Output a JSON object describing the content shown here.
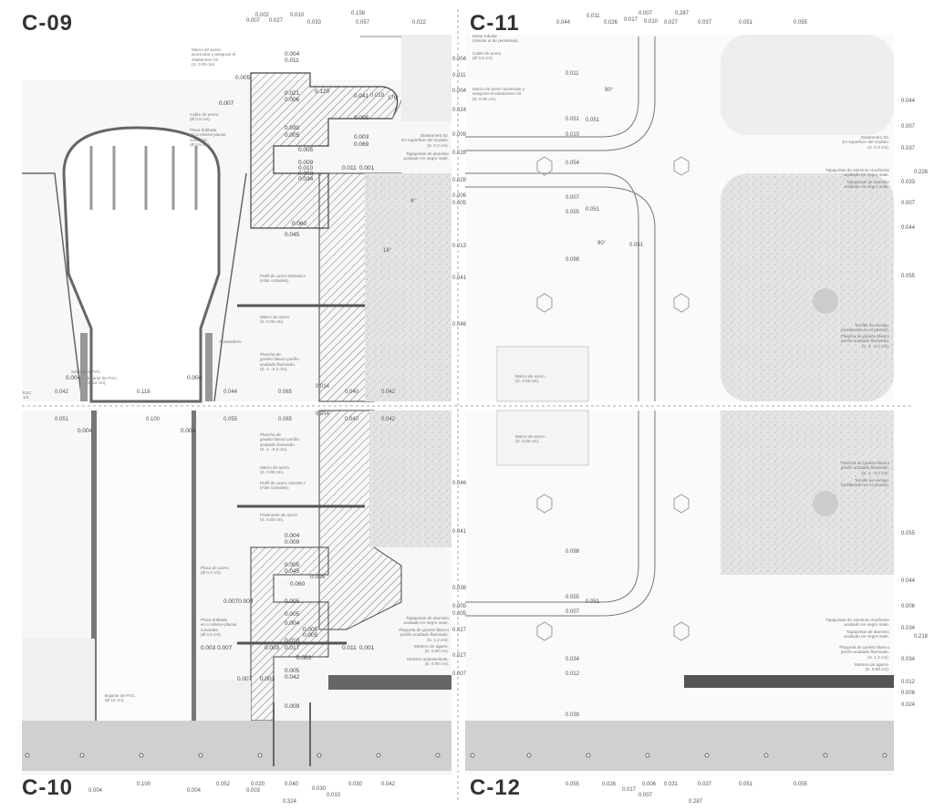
{
  "titles": {
    "c09": "C-09",
    "c10": "C-10",
    "c11": "C-11",
    "c12": "C-12"
  },
  "scale": {
    "label": "ESC\n1/2"
  },
  "c09": {
    "top_dims": [
      "0.002",
      "0.010",
      "0.158",
      "0.007",
      "0.027",
      "0.033",
      "0.057",
      "0.022"
    ],
    "bottom_dims": [
      "0.042",
      "0.118",
      "0.044",
      "0.065",
      "0.014",
      "0.040",
      "0.042"
    ],
    "dims": [
      "0.004",
      "0.011",
      "0.005",
      "0.120",
      "0.021",
      "0.006",
      "0.041",
      "0.019",
      "0.007",
      "0.005",
      "0.030",
      "0.005",
      "0.003",
      "0.069",
      "0.005",
      "0.009",
      "0.010",
      "0.003",
      "0.034",
      "0.011",
      "0.001",
      "0.060",
      "0.045",
      "0.004",
      "0.004"
    ],
    "notes": {
      "marco1": "Marco de acero\nacomodar y asegurar el\nelastomero 02.\n(S. 0.05 cm).",
      "cable": "Cable de acero.\n(Ø 0.5 cm).",
      "placa": "Placa doblada\nen U retiene placas\ncurvadas.\n(Ø 0.5 cm).",
      "elast": "Elastomero 02.\nEn superficie del modulo.\n(S. 0.3 cm).",
      "tapa": "Tapajuntas de aluminio\nacabado en negro mate.",
      "perfil": "Perfil de acero 200x46.2\n(Alas cortadas).",
      "marco2": "Marco de acero\n(S. 0.05 cm).",
      "abraz": "Abrazadera.",
      "plancha": "Plancha de\ngranito blanco poriño\nacabado flameado.\n(S. 4 - 8.2 cm).",
      "sold": "Soldadura PVC.",
      "bajante": "Bajante de PVC.\n(Ø 12 cm)."
    },
    "angles": [
      "176°",
      "4°",
      "18°"
    ]
  },
  "c10": {
    "top_dims": [
      "0.051",
      "0.100",
      "0.055",
      "0.065",
      "0.014",
      "0.040",
      "0.042"
    ],
    "bottom_dims": [
      "0.004",
      "0.100",
      "0.004",
      "0.052",
      "0.020",
      "0.003",
      "0.040",
      "0.030",
      "0.010",
      "0.030",
      "0.042",
      "0.324"
    ],
    "dims": [
      "0.004",
      "0.004",
      "0.004",
      "0.009",
      "0.005",
      "0.045",
      "0.005",
      "0.060",
      "0.005",
      "0.005",
      "0.004",
      "0.005",
      "0.005",
      "0.010",
      "0.003",
      "0.017",
      "0.063",
      "0.005",
      "0.042",
      "0.007",
      "0.003",
      "0.011",
      "0.001",
      "0.009",
      "0.0070.003",
      "0.003 0.007"
    ],
    "notes": {
      "plancha": "Plancha de\ngranito blanco poriño\nacabado flameado.\n(S. 4 - 8.2 cm).",
      "marco": "Marco de acero .\n(S. 0.05 cm).",
      "perfil": "Perfil de acero 152x29.7\n(Alas cortadas).",
      "pavimento": "Pavimento de acero\n(S. 0.03 cm).",
      "placa_acero": "Placa de acero.\n(Ø 0.2 cm).",
      "placa": "Placa doblada\nen U retiene placas\ncurvadas.\n(Ø 0.5 cm).",
      "tapa": "Tapajuntas de aluminio\nacabado en negro mate.",
      "plaqueta": "Plaqueta de granito blanco\nporiño acabado flameado.\n(S. 1.2 cm).",
      "mortero": "Mortero de agarre.\n(S. 0.08 cm).",
      "autonivel": "Mortero autonivelante.\n(S. 0.08 cm).",
      "bajante": "Bajante de PVC.\n(Ø 10 cm)."
    }
  },
  "c11": {
    "top_dims": [
      "0.044",
      "0.011",
      "0.026",
      "0.017",
      "0.007",
      "0.010",
      "0.027",
      "0.037",
      "0.051",
      "0.055",
      "0.287"
    ],
    "left_dims": [
      "0.004",
      "0.011",
      "0.004",
      "0.024",
      "0.009",
      "0.028",
      "0.028",
      "0.006",
      "0.005",
      "0.013",
      "0.041",
      "0.046"
    ],
    "inner_dims": [
      "0.011",
      "0.051",
      "0.010",
      "0.054",
      "0.007",
      "0.055",
      "0.098",
      "0.051",
      "0.051",
      "0.051"
    ],
    "right_dims": [
      "0.044",
      "0.007",
      "0.037",
      "0.228",
      "0.033",
      "0.007",
      "0.044",
      "0.055"
    ],
    "notes": {
      "motor": "Motor tubular\n(Similar al de persianas).",
      "cable": "Cable de acero.\n(Ø 0.5 cm).",
      "marco1": "Marco de acero acomodar y\nasegurar el elastomero 02.\n(S. 0.05 cm).",
      "elast": "Elastomero 02.\nEn superficie del modulo.\n(S. 0.3 cm).",
      "tapa_cruc": "Tapajuntas de aluminio cruciforme\nacabado en negro mate.",
      "tapa": "Tapajuntas de aluminio\nacabado en negro mate.",
      "tornillo": "Tornillo de anclaje.\n(avellanado en el granito).",
      "plancha": "Plancha de granito blanco\nporiño acabado flameado.\n(S. 4 - 8.2 cm).",
      "marco2": "Marco de acero .\n(S. 0.05 cm)."
    },
    "angles": [
      "90°",
      "90°"
    ]
  },
  "c12": {
    "bottom_dims": [
      "0.055",
      "0.026",
      "0.017",
      "0.006",
      "0.031",
      "0.037",
      "0.051",
      "0.055",
      "0.007",
      "0.287"
    ],
    "left_dims": [
      "0.046",
      "0.041",
      "0.038",
      "0.005",
      "0.005",
      "0.027",
      "0.027",
      "0.007"
    ],
    "inner_dims": [
      "0.098",
      "0.055",
      "0.007",
      "0.051",
      "0.034",
      "0.012",
      "0.039"
    ],
    "right_dims": [
      "0.055",
      "0.044",
      "0.006",
      "0.034",
      "0.218",
      "0.034",
      "0.012",
      "0.008",
      "0.024"
    ],
    "notes": {
      "marco": "Marco de acero .\n(S. 0.05 cm).",
      "plancha": "Plancha de granito blanco\nporiño acabado flameado.\n(S. 4 - 8.2 cm).",
      "tornillo": "Tornillo de anclaje.\n(avellanado en el granito).",
      "tapa_cruc": "Tapajuntas de aluminio cruciforme\nacabado en negro mate.",
      "tapa": "Tapajuntas de aluminio\nacabado en negro mate.",
      "plaqueta": "Plaqueta de granito blanco\nporiño acabado flameado.\n(S. 1.2 cm).",
      "mortero": "Mortero de agarre.\n(S. 0.08 cm)."
    }
  }
}
